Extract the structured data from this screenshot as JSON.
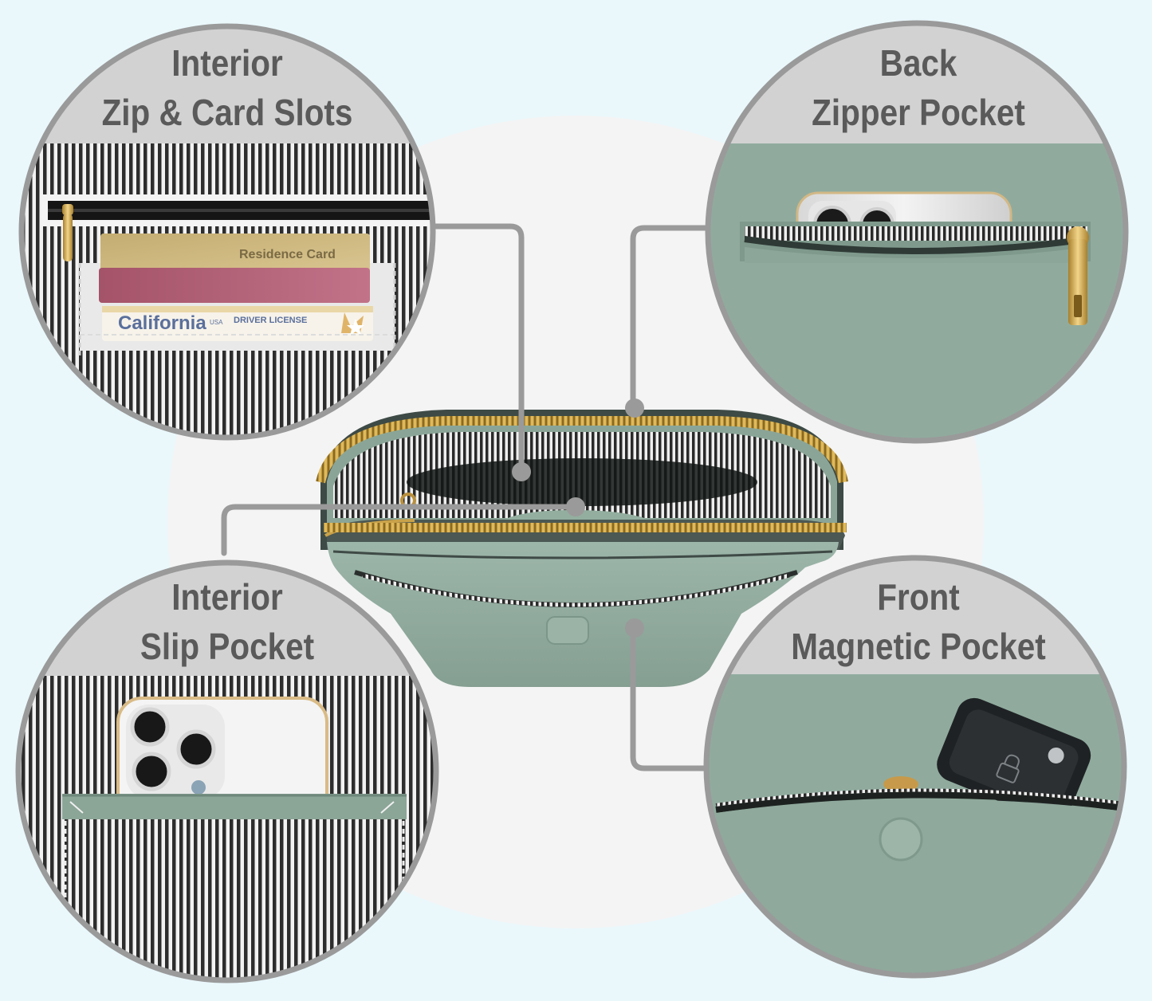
{
  "callouts": {
    "interior_zip": {
      "line1": "Interior",
      "line2": "Zip & Card Slots"
    },
    "back_zipper": {
      "line1": "Back",
      "line2": "Zipper Pocket"
    },
    "interior_slip": {
      "line1": "Interior",
      "line2": "Slip Pocket"
    },
    "front_magnetic": {
      "line1": "Front",
      "line2": "Magnetic Pocket"
    }
  },
  "cards": {
    "residence": "Residence Card",
    "license_state": "California",
    "license_country": "USA",
    "license_type": "DRIVER LICENSE"
  },
  "colors": {
    "background": "#eaf8fc",
    "center_blob": "#f4f4f4",
    "ring": "#9a9a9a",
    "header_band": "#d2d2d2",
    "title_text": "#5a5a5a",
    "leather": "#90ab9e",
    "zipper_gold": "#c9a24a"
  }
}
